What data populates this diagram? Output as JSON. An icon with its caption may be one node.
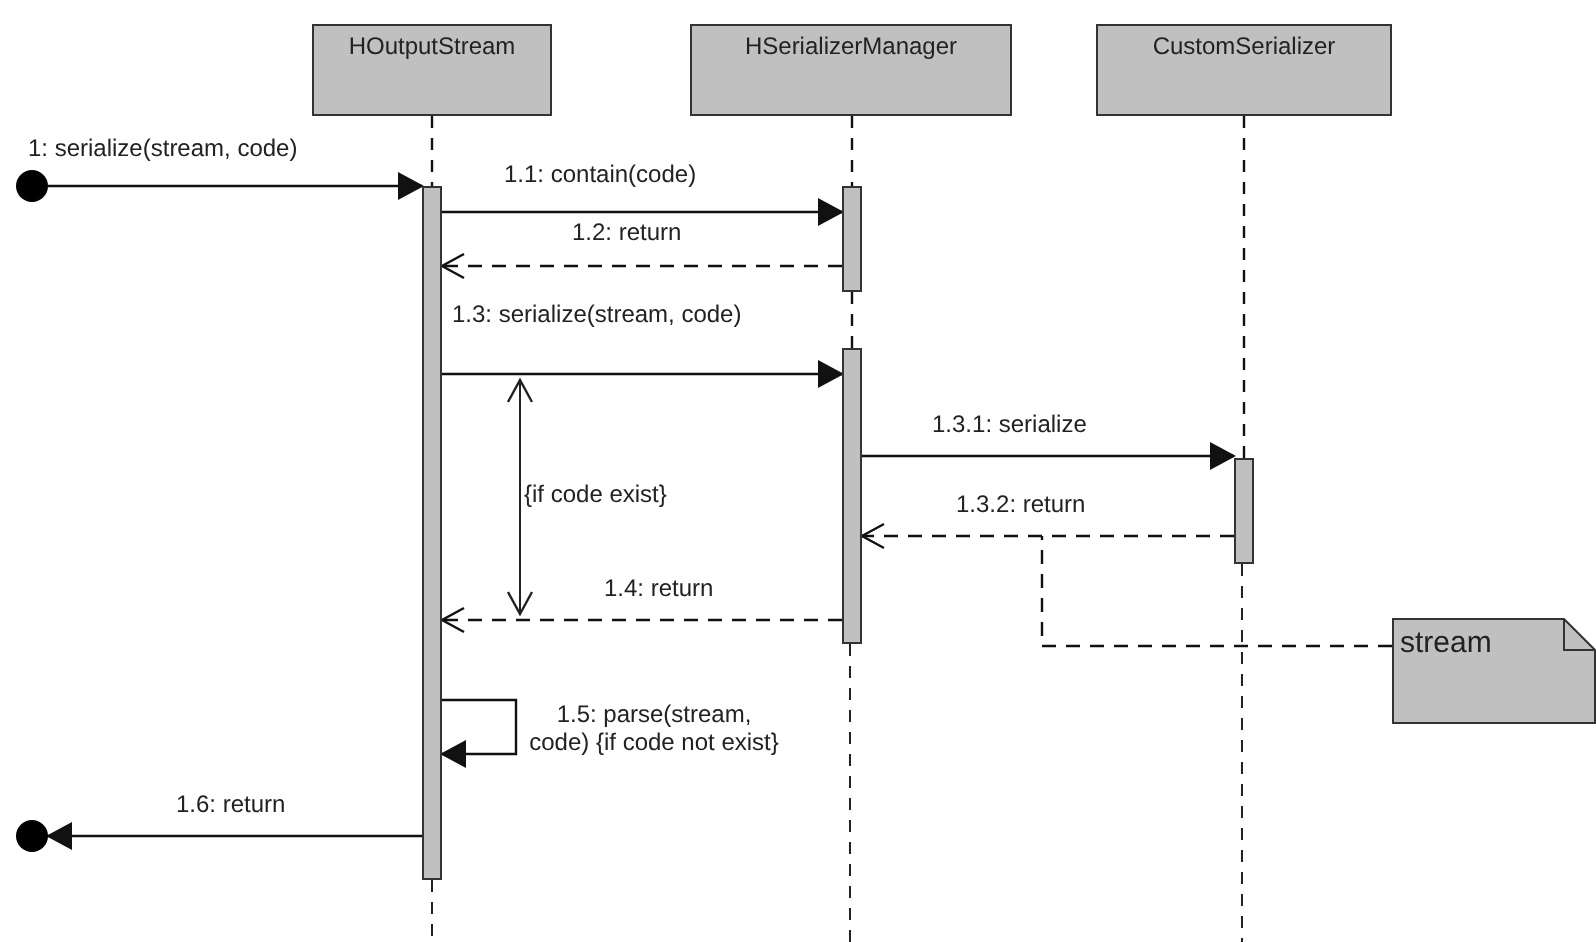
{
  "diagram": {
    "nodes": [
      {
        "text": [
          "HOutputStream"
        ]
      },
      {
        "text": [
          "HSerializerManager"
        ]
      },
      {
        "text": [
          "CustomSerializer"
        ]
      },
      {
        "text": [],
        "shape": "circle"
      },
      {
        "text": [],
        "shape": "bar"
      },
      {
        "text": [],
        "shape": "bar"
      },
      {
        "text": [],
        "shape": "bar"
      },
      {
        "text": [],
        "shape": "bar"
      },
      {
        "text": [
          "stream"
        ]
      },
      {
        "text": [],
        "shape": "circle"
      }
    ],
    "edges": [
      {
        "from": 3,
        "to": 4,
        "arrow": "to",
        "label": "1: serialize(stream, code)"
      },
      {
        "from": 4,
        "to": 5,
        "arrow": "to",
        "label": "1.1: contain(code)"
      },
      {
        "from": 5,
        "to": 4,
        "arrow": "to",
        "label": "1.2: return",
        "style": "dashed"
      },
      {
        "from": 4,
        "to": 6,
        "arrow": "to",
        "label": "1.3: serialize(stream, code)"
      },
      {
        "from": 6,
        "to": 7,
        "arrow": "to",
        "label": "1.3.1: serialize"
      },
      {
        "from": 7,
        "to": 6,
        "arrow": "to",
        "label": "1.3.2: return",
        "style": "dashed"
      },
      {
        "from": 6,
        "to": 4,
        "arrow": "to",
        "label": "1.4: return",
        "style": "dashed"
      },
      {
        "from": 4,
        "to": 4,
        "arrow": "to",
        "label": "1.5: parse(stream, code) {if code not exist}"
      },
      {
        "from": 4,
        "to": 9,
        "arrow": "to",
        "label": "1.6: return"
      },
      {
        "from": 8,
        "to": null,
        "arrow": "none",
        "style": "dashed"
      },
      {
        "from": 0,
        "to": 4,
        "arrow": "none",
        "style": "dashed"
      },
      {
        "from": 1,
        "to": 5,
        "arrow": "none",
        "style": "dashed"
      },
      {
        "from": 5,
        "to": 6,
        "arrow": "none",
        "style": "dashed"
      },
      {
        "from": 2,
        "to": 7,
        "arrow": "none",
        "style": "dashed"
      }
    ],
    "labels": [
      "{if code exist}"
    ]
  }
}
